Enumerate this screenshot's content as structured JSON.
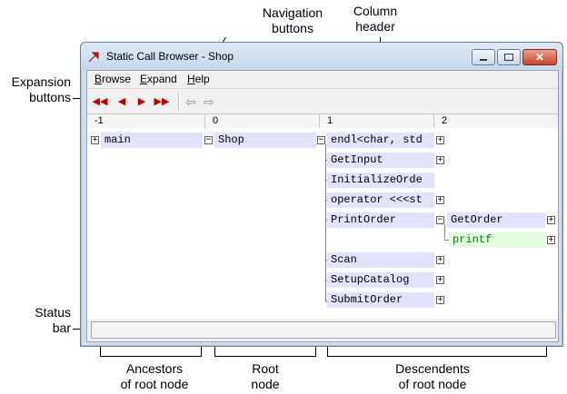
{
  "callouts": {
    "navigation_buttons": "Navigation\nbuttons",
    "column_header": "Column\nheader",
    "expansion_buttons": "Expansion\nbuttons",
    "status_bar": "Status\nbar",
    "ancestors": "Ancestors\nof root node",
    "root": "Root\nnode",
    "descendents": "Descendents\nof root node"
  },
  "window": {
    "title": "Static Call Browser - Shop",
    "buttons": [
      "minimize",
      "maximize",
      "close"
    ]
  },
  "menu": [
    "Browse",
    "Expand",
    "Help"
  ],
  "toolbar": {
    "expansion_icons": [
      "double-left-icon",
      "left-icon",
      "right-icon",
      "double-right-icon"
    ],
    "navigation_icons": [
      "back-arrow-icon",
      "forward-arrow-icon"
    ]
  },
  "columns": [
    "-1",
    "0",
    "1",
    "2"
  ],
  "tree": {
    "ancestor": "main",
    "root": "Shop",
    "children": [
      "endl<char, std",
      "GetInput",
      "InitializeOrde",
      "operator <<<st",
      "PrintOrder",
      "Scan",
      "SetupCatalog",
      "SubmitOrder"
    ],
    "grandchildren": [
      "GetOrder",
      "printf"
    ]
  },
  "status": ""
}
